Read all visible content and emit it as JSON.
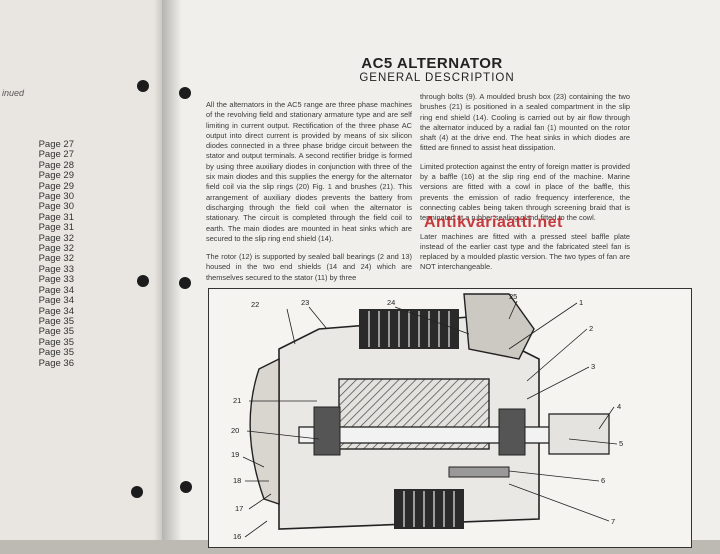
{
  "left_page": {
    "continued_label": "inued",
    "page_refs": [
      "Page 27",
      "Page 27",
      "Page 28",
      "Page 29",
      "Page 29",
      "Page 30",
      "Page 30",
      "Page 31",
      "Page 31",
      "Page 32",
      "Page 32",
      "Page 32",
      "Page 33",
      "Page 33",
      "Page 34",
      "Page 34",
      "Page 34",
      "Page 35",
      "Page 35",
      "Page 35",
      "Page 35",
      "Page 36"
    ]
  },
  "right_page": {
    "title": "AC5 ALTERNATOR",
    "subtitle": "GENERAL DESCRIPTION",
    "col1": {
      "para1": "All the alternators in the AC5 range are three phase machines of the revolving field and stationary armature type and are self limiting in current output. Rectification of the three phase AC output into direct current is provided by means of six silicon diodes connected in a three phase bridge circuit between the stator and output terminals. A second rectifier bridge is formed by using three auxiliary diodes in conjunction with three of the six main diodes and this supplies the energy for the alternator field coil via the slip rings (20) Fig. 1 and brushes (21). This arrangement of auxiliary diodes prevents the battery from discharging through the field coil when the alternator is stationary. The circuit is completed through the field coil to earth. The main diodes are mounted in heat sinks which are secured to the slip ring end shield (14).",
      "para2": "The rotor (12) is supported by sealed ball bearings (2 and 13) housed in the two end shields (14 and 24) which are themselves secured to the stator (11) by three"
    },
    "col2": {
      "para1": "through bolts (9). A moulded brush box (23) containing the two brushes (21) is positioned in a sealed compartment in the slip ring end shield (14). Cooling is carried out by air flow through the alternator induced by a radial fan (1) mounted on the rotor shaft (4) at the drive end. The heat sinks in which diodes are fitted are finned to assist heat dissipation.",
      "para2": "Limited protection against the entry of foreign matter is provided by a baffle (16) at the slip ring end of the machine. Marine versions are fitted with a cowl in place of the baffle, this prevents the emission of radio frequency interference, the connecting cables being taken through screening braid that is terminated at a rubber sealing gland fitted to the cowl.",
      "para3": "Later machines are fitted with a pressed steel baffle plate instead of the earlier cast type and the fabricated steel fan is replaced by a moulded plastic version. The two types of fan are NOT interchangeable."
    },
    "watermark": "Antikvariaatti.net",
    "callouts": {
      "c1": "1",
      "c2": "2",
      "c3": "3",
      "c4": "4",
      "c5": "5",
      "c6": "6",
      "c7": "7",
      "c16": "16",
      "c17": "17",
      "c18": "18",
      "c19": "19",
      "c20": "20",
      "c21": "21",
      "c22": "22",
      "c23": "23",
      "c24": "24",
      "c25": "25"
    }
  }
}
